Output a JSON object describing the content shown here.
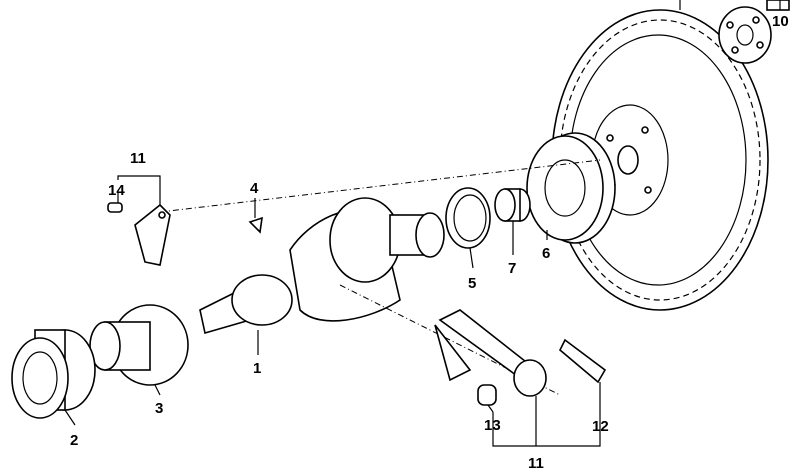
{
  "diagram": {
    "title": "Crankshaft assembly exploded view",
    "callouts": {
      "crankshaft": "1",
      "bearing": "2",
      "sprocket": "3",
      "key": "4",
      "seal_ring": "5",
      "flywheel": "6",
      "pilot_bearing": "7",
      "flywheel_bolt": "10",
      "bearing_shell_upper": "11",
      "dowel_pin": "14",
      "con_rod": "11",
      "con_rod_bushing": "13",
      "con_rod_bolt": "12"
    }
  }
}
